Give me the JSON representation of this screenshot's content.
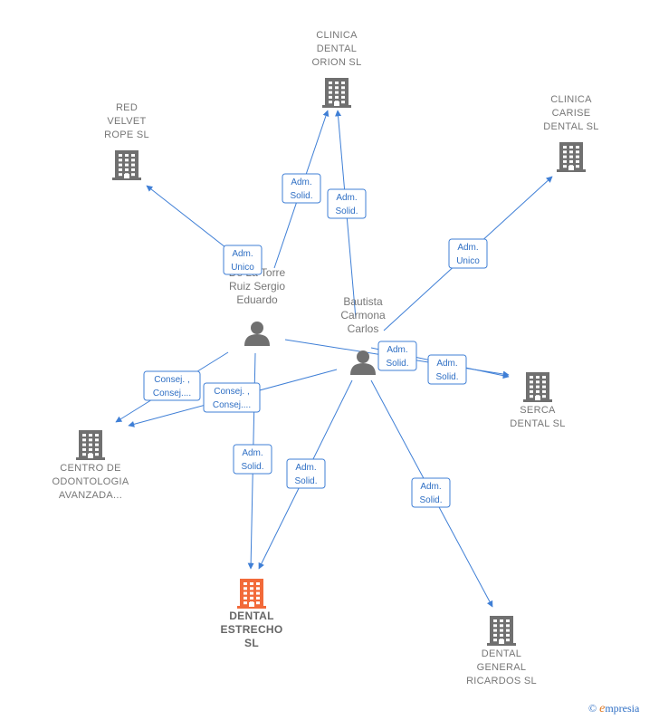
{
  "diagram": {
    "colors": {
      "edge": "#3f7fd6",
      "company": "#707070",
      "main_company": "#f26a3a",
      "person": "#707070"
    },
    "companies": [
      {
        "id": "orion",
        "lines": [
          "CLINICA",
          "DENTAL",
          "ORION SL"
        ],
        "main": false,
        "icon": "building-icon"
      },
      {
        "id": "redvelvet",
        "lines": [
          "RED",
          "VELVET",
          "ROPE  SL"
        ],
        "main": false,
        "icon": "building-icon"
      },
      {
        "id": "carise",
        "lines": [
          "CLINICA",
          "CARISE",
          "DENTAL  SL"
        ],
        "main": false,
        "icon": "building-icon"
      },
      {
        "id": "serca",
        "lines": [
          "SERCA",
          "DENTAL SL"
        ],
        "main": false,
        "icon": "building-icon"
      },
      {
        "id": "centro",
        "lines": [
          "CENTRO DE",
          "ODONTOLOGIA",
          "AVANZADA..."
        ],
        "main": false,
        "icon": "building-icon"
      },
      {
        "id": "estrecho",
        "lines": [
          "DENTAL",
          "ESTRECHO",
          "SL"
        ],
        "main": true,
        "icon": "building-icon"
      },
      {
        "id": "general",
        "lines": [
          "DENTAL",
          "GENERAL",
          "RICARDOS  SL"
        ],
        "main": false,
        "icon": "building-icon"
      }
    ],
    "persons": [
      {
        "id": "delatorre",
        "lines": [
          "De La Torre",
          "Ruiz Sergio",
          "Eduardo"
        ],
        "icon": "person-icon"
      },
      {
        "id": "bautista",
        "lines": [
          "Bautista",
          "Carmona",
          "Carlos"
        ],
        "icon": "person-icon"
      }
    ],
    "edges": [
      {
        "from": "delatorre",
        "to": "redvelvet",
        "label": [
          "Adm.",
          "Unico"
        ]
      },
      {
        "from": "delatorre",
        "to": "orion",
        "label": [
          "Adm.",
          "Solid."
        ]
      },
      {
        "from": "bautista",
        "to": "orion",
        "label": [
          "Adm.",
          "Solid."
        ]
      },
      {
        "from": "bautista",
        "to": "carise",
        "label": [
          "Adm.",
          "Unico"
        ]
      },
      {
        "from": "delatorre",
        "to": "serca",
        "label": [
          "Adm.",
          "Solid."
        ]
      },
      {
        "from": "bautista",
        "to": "serca",
        "label": [
          "Adm.",
          "Solid."
        ]
      },
      {
        "from": "delatorre",
        "to": "centro",
        "label": [
          "Consej. ,",
          "Consej...."
        ]
      },
      {
        "from": "bautista",
        "to": "centro",
        "label": [
          "Consej. ,",
          "Consej...."
        ]
      },
      {
        "from": "delatorre",
        "to": "estrecho",
        "label": [
          "Adm.",
          "Solid."
        ]
      },
      {
        "from": "bautista",
        "to": "estrecho",
        "label": [
          "Adm.",
          "Solid."
        ]
      },
      {
        "from": "bautista",
        "to": "general",
        "label": [
          "Adm.",
          "Solid."
        ]
      }
    ]
  },
  "watermark": {
    "symbol": "©",
    "brand_initial": "e",
    "brand_rest": "mpresia"
  }
}
